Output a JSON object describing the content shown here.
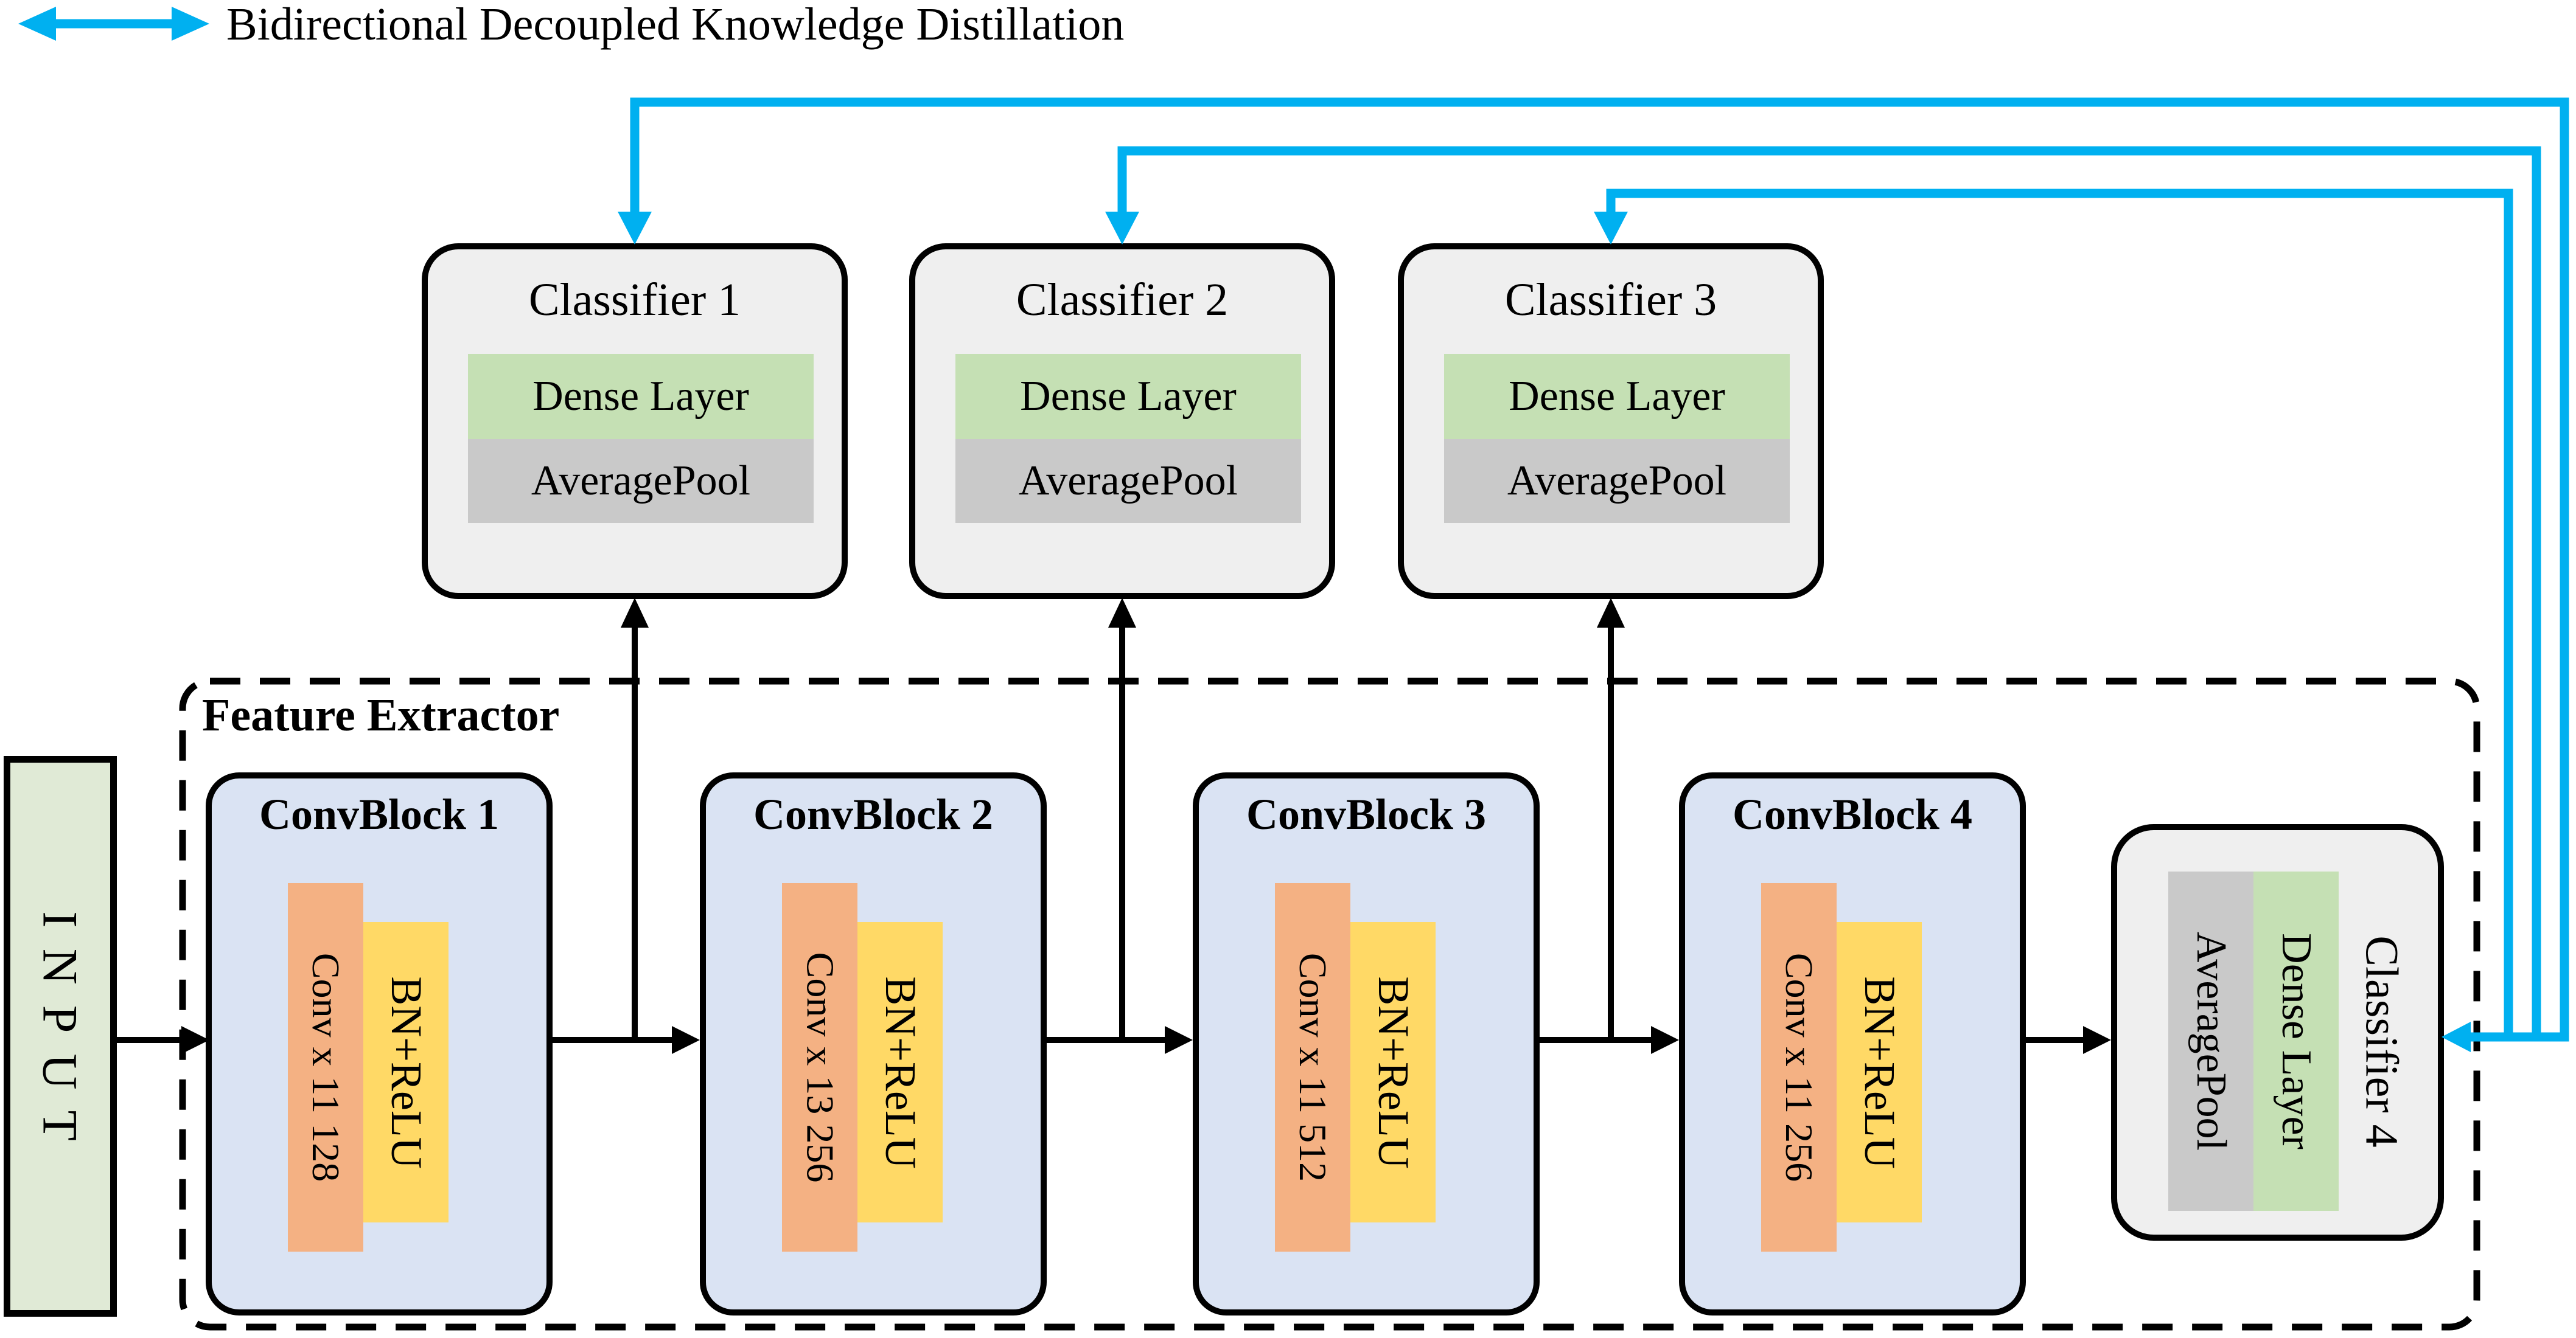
{
  "legend": {
    "label": "Bidirectional Decoupled Knowledge Distillation"
  },
  "feature_extractor": {
    "label": "Feature Extractor"
  },
  "input": {
    "label": "INPUT"
  },
  "classifiers": [
    {
      "title": "Classifier 1",
      "dense_label": "Dense Layer",
      "pool_label": "AveragePool"
    },
    {
      "title": "Classifier 2",
      "dense_label": "Dense Layer",
      "pool_label": "AveragePool"
    },
    {
      "title": "Classifier 3",
      "dense_label": "Dense Layer",
      "pool_label": "AveragePool"
    },
    {
      "title": "Classifier 4",
      "dense_label": "Dense Layer",
      "pool_label": "AveragePool"
    }
  ],
  "conv_blocks": [
    {
      "title": "ConvBlock 1",
      "conv_label": "Conv x 11 128",
      "bn_label": "BN+ReLU"
    },
    {
      "title": "ConvBlock 2",
      "conv_label": "Conv x 13 256",
      "bn_label": "BN+ReLU"
    },
    {
      "title": "ConvBlock 3",
      "conv_label": "Conv x 11 512",
      "bn_label": "BN+ReLU"
    },
    {
      "title": "ConvBlock 4",
      "conv_label": "Conv x 11 256",
      "bn_label": "BN+ReLU"
    }
  ],
  "colors": {
    "kd_blue": "#00b0f0",
    "conv_block_fill": "#dae3f3",
    "classifier_fill": "#efefef",
    "dense_green": "#c5e0b4",
    "pool_gray": "#c9c9c9",
    "conv_orange": "#f4b183",
    "bn_yellow": "#ffd966",
    "input_green": "#e0ead6",
    "line_black": "#000000"
  }
}
